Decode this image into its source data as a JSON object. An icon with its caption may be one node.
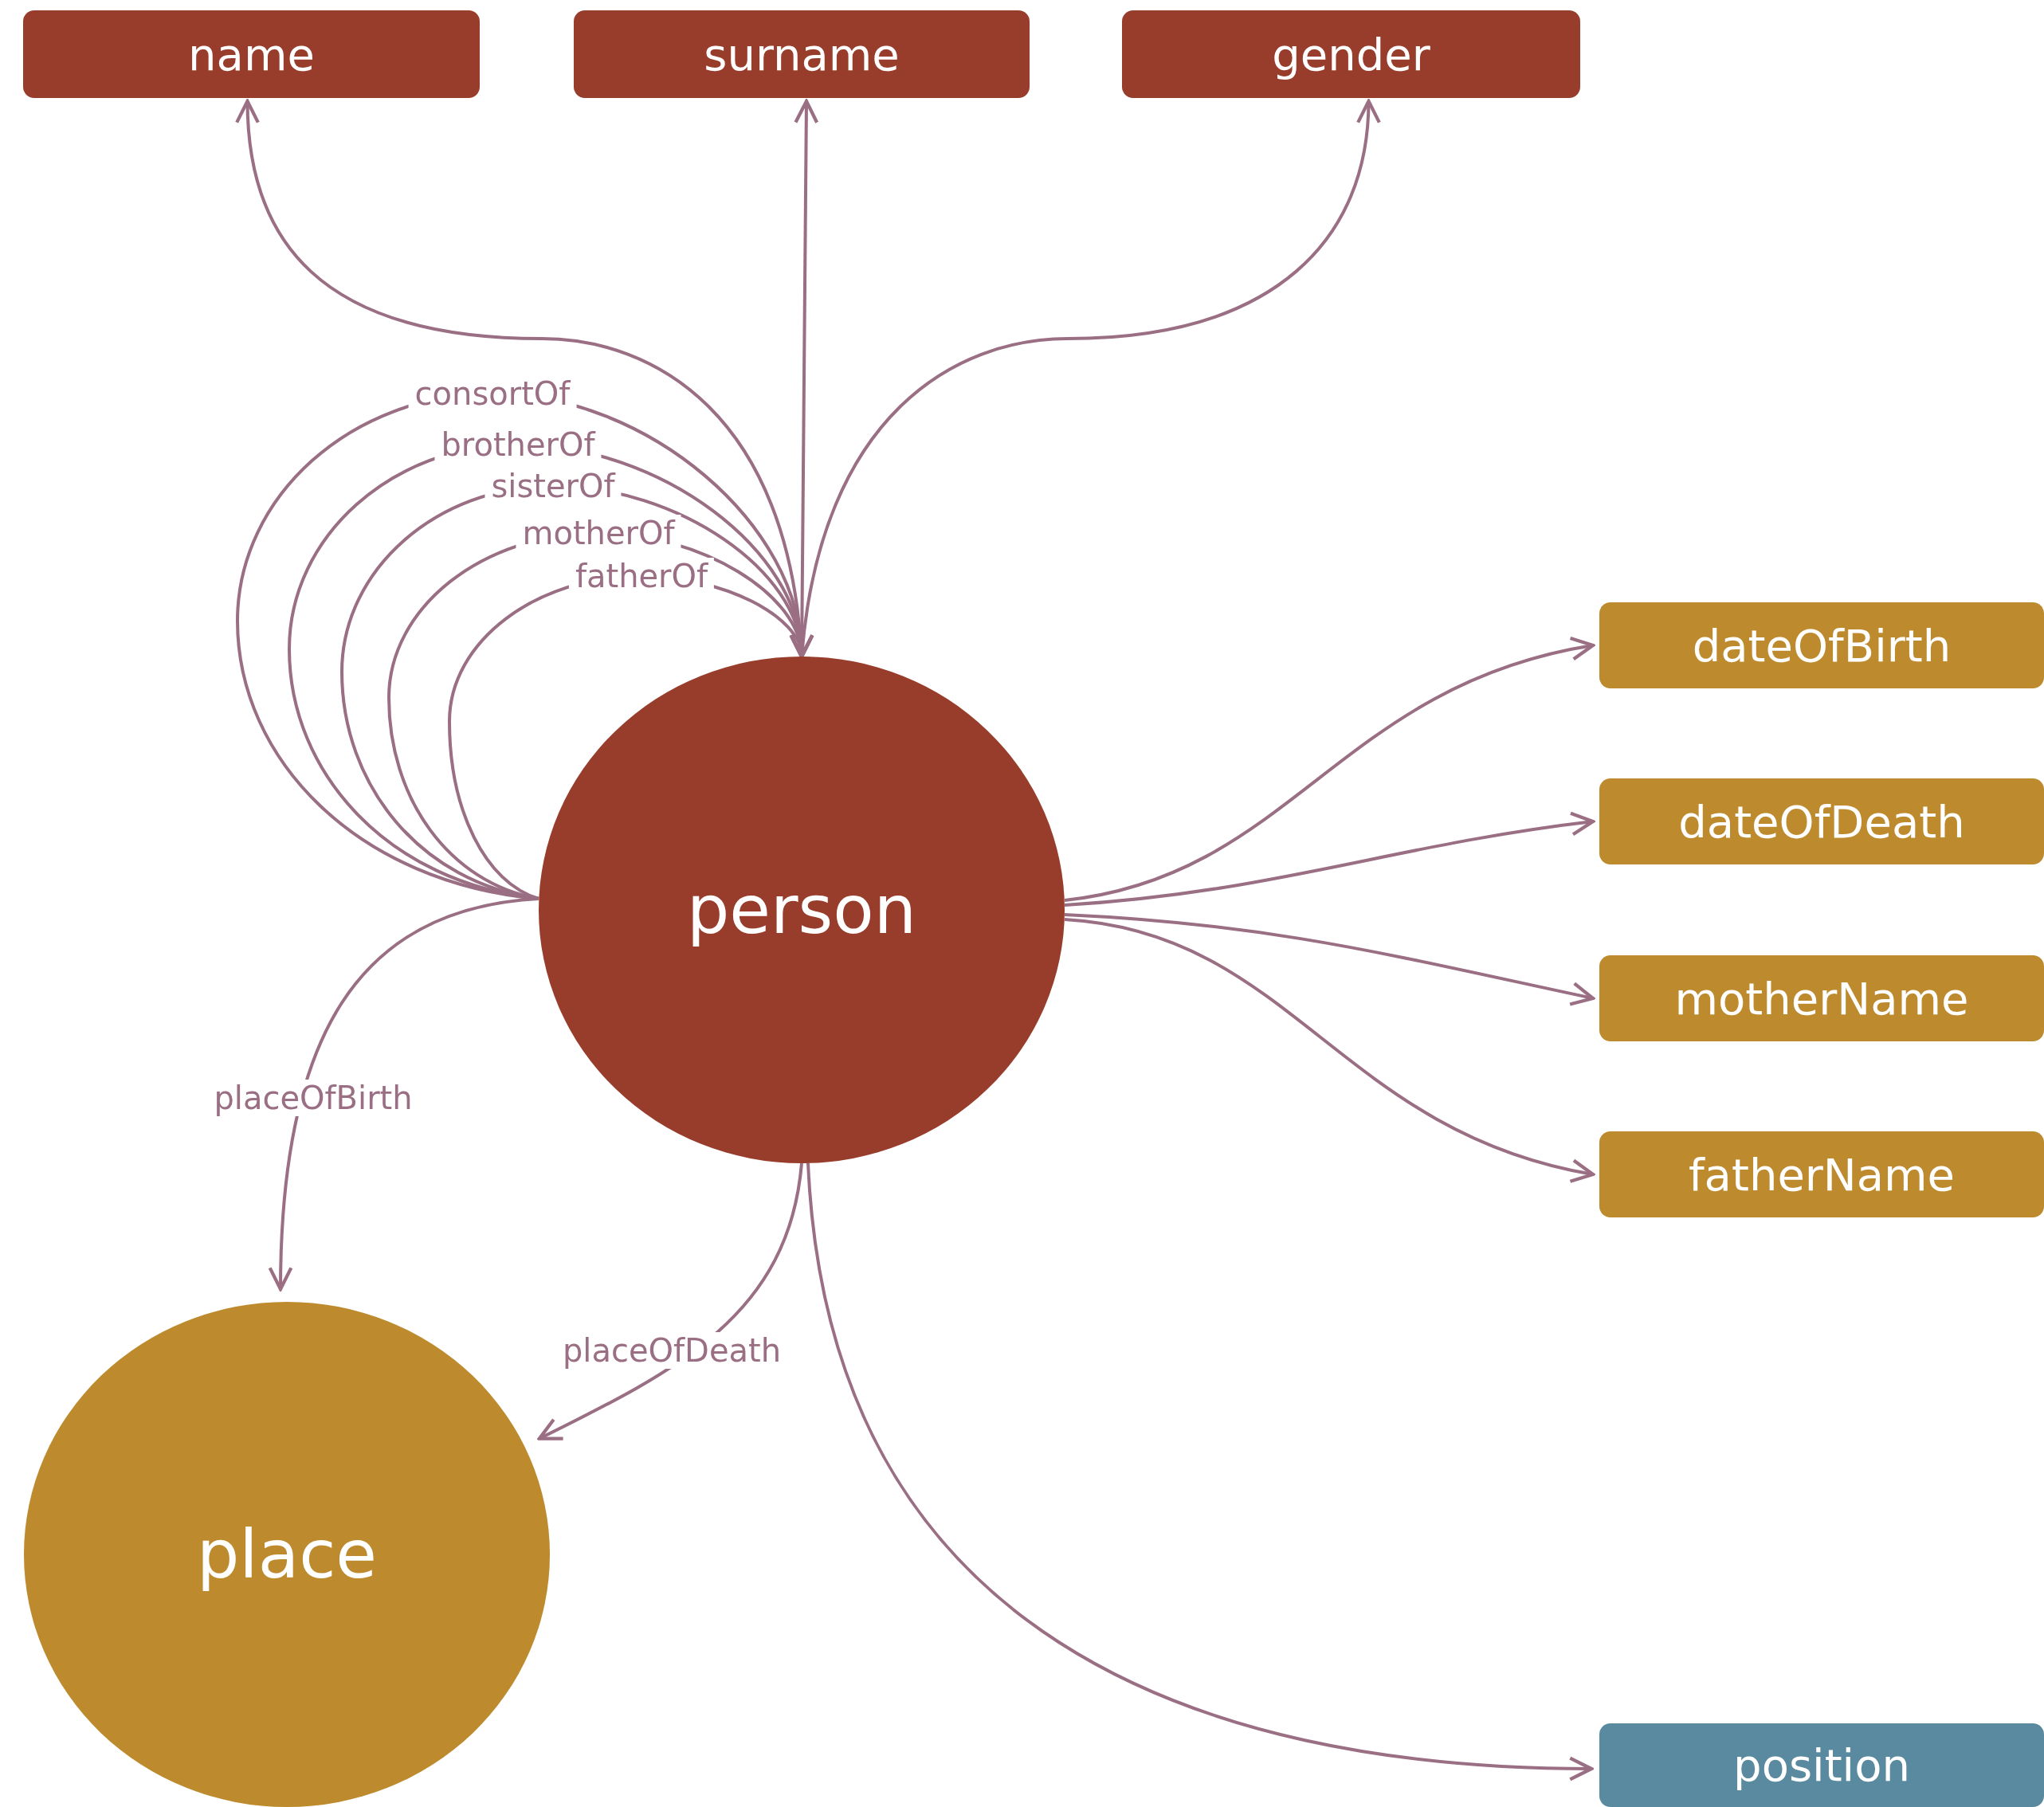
{
  "diagram": {
    "nodes": [
      {
        "text": [
          "name"
        ]
      },
      {
        "text": [
          "surname"
        ]
      },
      {
        "text": [
          "gender"
        ]
      },
      {
        "text": [
          "person"
        ]
      },
      {
        "text": [
          "dateOfBirth"
        ]
      },
      {
        "text": [
          "dateOfDeath"
        ]
      },
      {
        "text": [
          "motherName"
        ]
      },
      {
        "text": [
          "fatherName"
        ]
      },
      {
        "text": [
          "place"
        ]
      },
      {
        "text": [
          "position"
        ]
      }
    ],
    "edges": [
      {
        "from": 3,
        "to": 0,
        "arrow": "to"
      },
      {
        "from": 3,
        "to": 1,
        "arrow": "to"
      },
      {
        "from": 3,
        "to": 2,
        "arrow": "to"
      },
      {
        "from": 3,
        "to": 3,
        "arrow": "to",
        "label": "consortOf"
      },
      {
        "from": 3,
        "to": 3,
        "arrow": "to",
        "label": "brotherOf"
      },
      {
        "from": 3,
        "to": 3,
        "arrow": "to",
        "label": "sisterOf"
      },
      {
        "from": 3,
        "to": 3,
        "arrow": "to",
        "label": "motherOf"
      },
      {
        "from": 3,
        "to": 3,
        "arrow": "to",
        "label": "fatherOf"
      },
      {
        "from": 3,
        "to": 4,
        "arrow": "to"
      },
      {
        "from": 3,
        "to": 5,
        "arrow": "to"
      },
      {
        "from": 3,
        "to": 6,
        "arrow": "to"
      },
      {
        "from": 3,
        "to": 7,
        "arrow": "to"
      },
      {
        "from": 3,
        "to": 8,
        "arrow": "to",
        "label": "placeOfBirth"
      },
      {
        "from": 3,
        "to": 8,
        "arrow": "to",
        "label": "placeOfDeath"
      },
      {
        "from": 3,
        "to": 9,
        "arrow": "to"
      }
    ]
  }
}
